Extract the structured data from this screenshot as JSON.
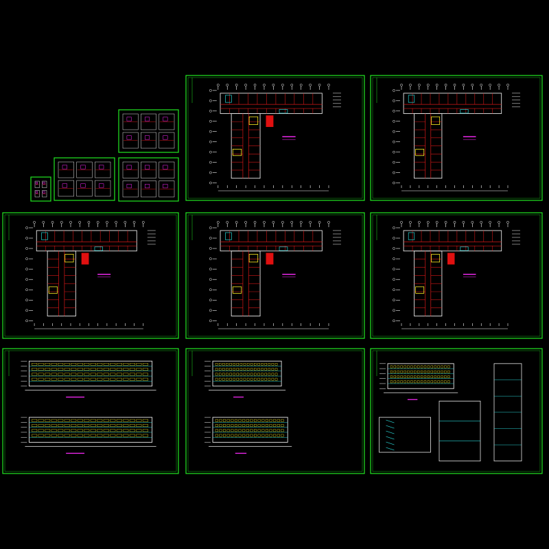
{
  "canvas": {
    "background": "#000000",
    "frame_color": "#22e822",
    "wall_color": "#e8e8e8",
    "axis_color": "#ffffff",
    "room_color": "#d81818",
    "title_color": "#ff2aff",
    "detail_color": "#2ad4d4",
    "accent_color": "#ffee22",
    "fill_color": "#e01010"
  },
  "sheets": [
    {
      "id": "thumb-legend-sheet",
      "kind": "thumb"
    },
    {
      "id": "thumb-unit-details-sheet",
      "kind": "thumb"
    },
    {
      "id": "thumb-stair-details-sheet",
      "kind": "thumb"
    },
    {
      "id": "thumb-schedule-sheet",
      "kind": "thumb"
    },
    {
      "id": "plan-sheet-1",
      "kind": "plan"
    },
    {
      "id": "plan-sheet-2",
      "kind": "plan"
    },
    {
      "id": "plan-sheet-3",
      "kind": "plan"
    },
    {
      "id": "plan-sheet-4",
      "kind": "plan"
    },
    {
      "id": "plan-sheet-5",
      "kind": "plan"
    },
    {
      "id": "elevation-sheet-1",
      "kind": "elevation"
    },
    {
      "id": "elevation-sheet-2",
      "kind": "elevation"
    },
    {
      "id": "section-sheet",
      "kind": "section"
    }
  ]
}
